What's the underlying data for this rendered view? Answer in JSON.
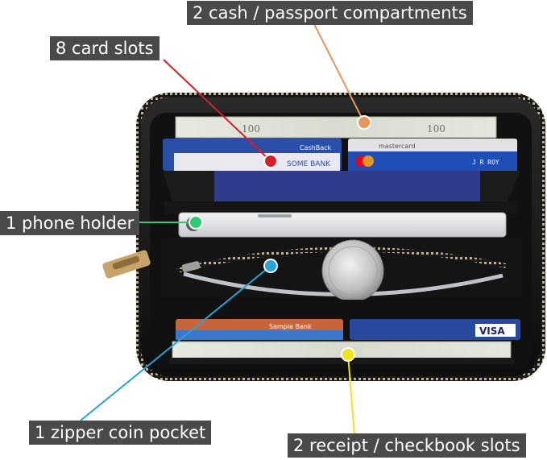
{
  "image": {
    "subject": "black-zipper-wallet",
    "callouts": [
      {
        "id": "cash",
        "text": "2 cash / passport compartments",
        "dot_color": "#e8955a"
      },
      {
        "id": "cards",
        "text": "8 card slots",
        "dot_color": "#d61e2a"
      },
      {
        "id": "phone",
        "text": "1 phone holder",
        "dot_color": "#2ecc71"
      },
      {
        "id": "coin",
        "text": "1 zipper coin pocket",
        "dot_color": "#27a3d6"
      },
      {
        "id": "receipt",
        "text": "2 receipt / checkbook slots",
        "dot_color": "#f2e21a"
      }
    ],
    "card_texts": {
      "card1_brand": "CashBack",
      "card1_name": "SOME BANK",
      "card2_brand": "mastercard",
      "card2_holder": "J R ROY",
      "lower_card_brand": "Sample Bank",
      "lower_card_visa": "VISA"
    }
  }
}
